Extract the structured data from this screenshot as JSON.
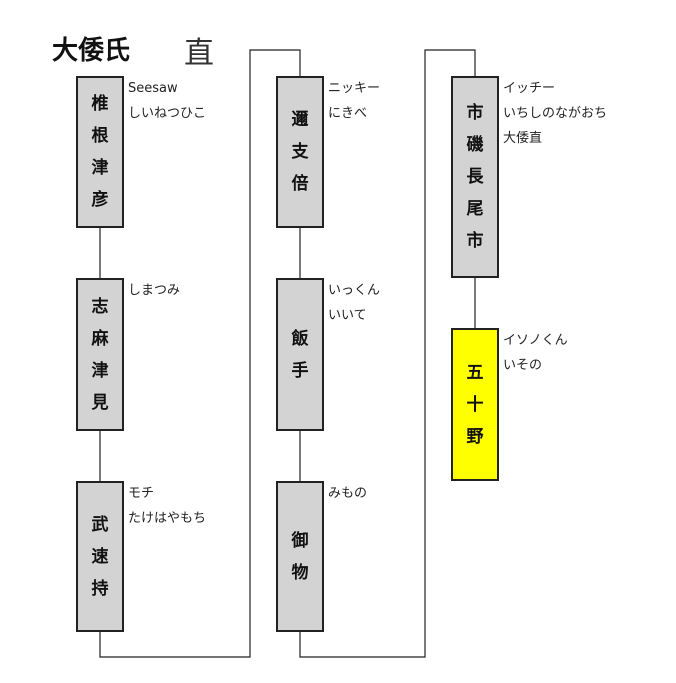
{
  "title": "大倭氏",
  "subtitle": "直",
  "nodes": [
    {
      "chars": [
        "椎",
        "根",
        "津",
        "彦"
      ],
      "notes": [
        "Seesaw",
        "しいねつひこ"
      ],
      "highlight": false
    },
    {
      "chars": [
        "志",
        "麻",
        "津",
        "見"
      ],
      "notes": [
        "しまつみ"
      ],
      "highlight": false
    },
    {
      "chars": [
        "武",
        "速",
        "持"
      ],
      "notes": [
        "モチ",
        "たけはやもち"
      ],
      "highlight": false
    },
    {
      "chars": [
        "邇",
        "支",
        "倍"
      ],
      "notes": [
        "ニッキー",
        "にきべ"
      ],
      "highlight": false
    },
    {
      "chars": [
        "飯",
        "手"
      ],
      "notes": [
        "いっくん",
        "いいて"
      ],
      "highlight": false
    },
    {
      "chars": [
        "御",
        "物"
      ],
      "notes": [
        "みもの"
      ],
      "highlight": false
    },
    {
      "chars": [
        "市",
        "磯",
        "長",
        "尾",
        "市"
      ],
      "notes": [
        "イッチー",
        "いちしのながおち",
        "大倭直"
      ],
      "highlight": false
    },
    {
      "chars": [
        "五",
        "十",
        "野"
      ],
      "notes": [
        "イソノくん",
        "いその"
      ],
      "highlight": true
    }
  ]
}
